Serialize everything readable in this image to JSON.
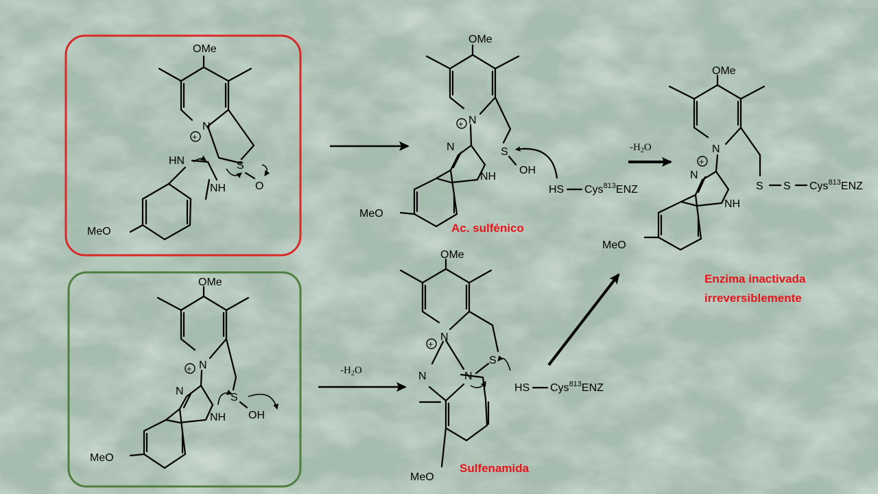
{
  "colors": {
    "red_box": "#d92a2a",
    "green_box": "#4f7f3f",
    "label_red": "#e8141b",
    "background": "#a8bdb0"
  },
  "atoms": {
    "ome": "OMe",
    "meo": "MeO",
    "n": "N",
    "hn": "HN",
    "nh": "NH",
    "s": "S",
    "o": "O",
    "oh": "OH",
    "hs": "HS",
    "charge": "+"
  },
  "reagent": {
    "cys": "Cys",
    "cys_num": "813",
    "enz": "ENZ"
  },
  "conditions": {
    "minus": "-H",
    "sub": "2",
    "o": "O"
  },
  "labels": {
    "sulfenic": "Ac. sulfénico",
    "sulfenamide": "Sulfenamida",
    "enzyme_line1": "Enzima inactivada",
    "enzyme_line2": "irreversiblemente"
  }
}
